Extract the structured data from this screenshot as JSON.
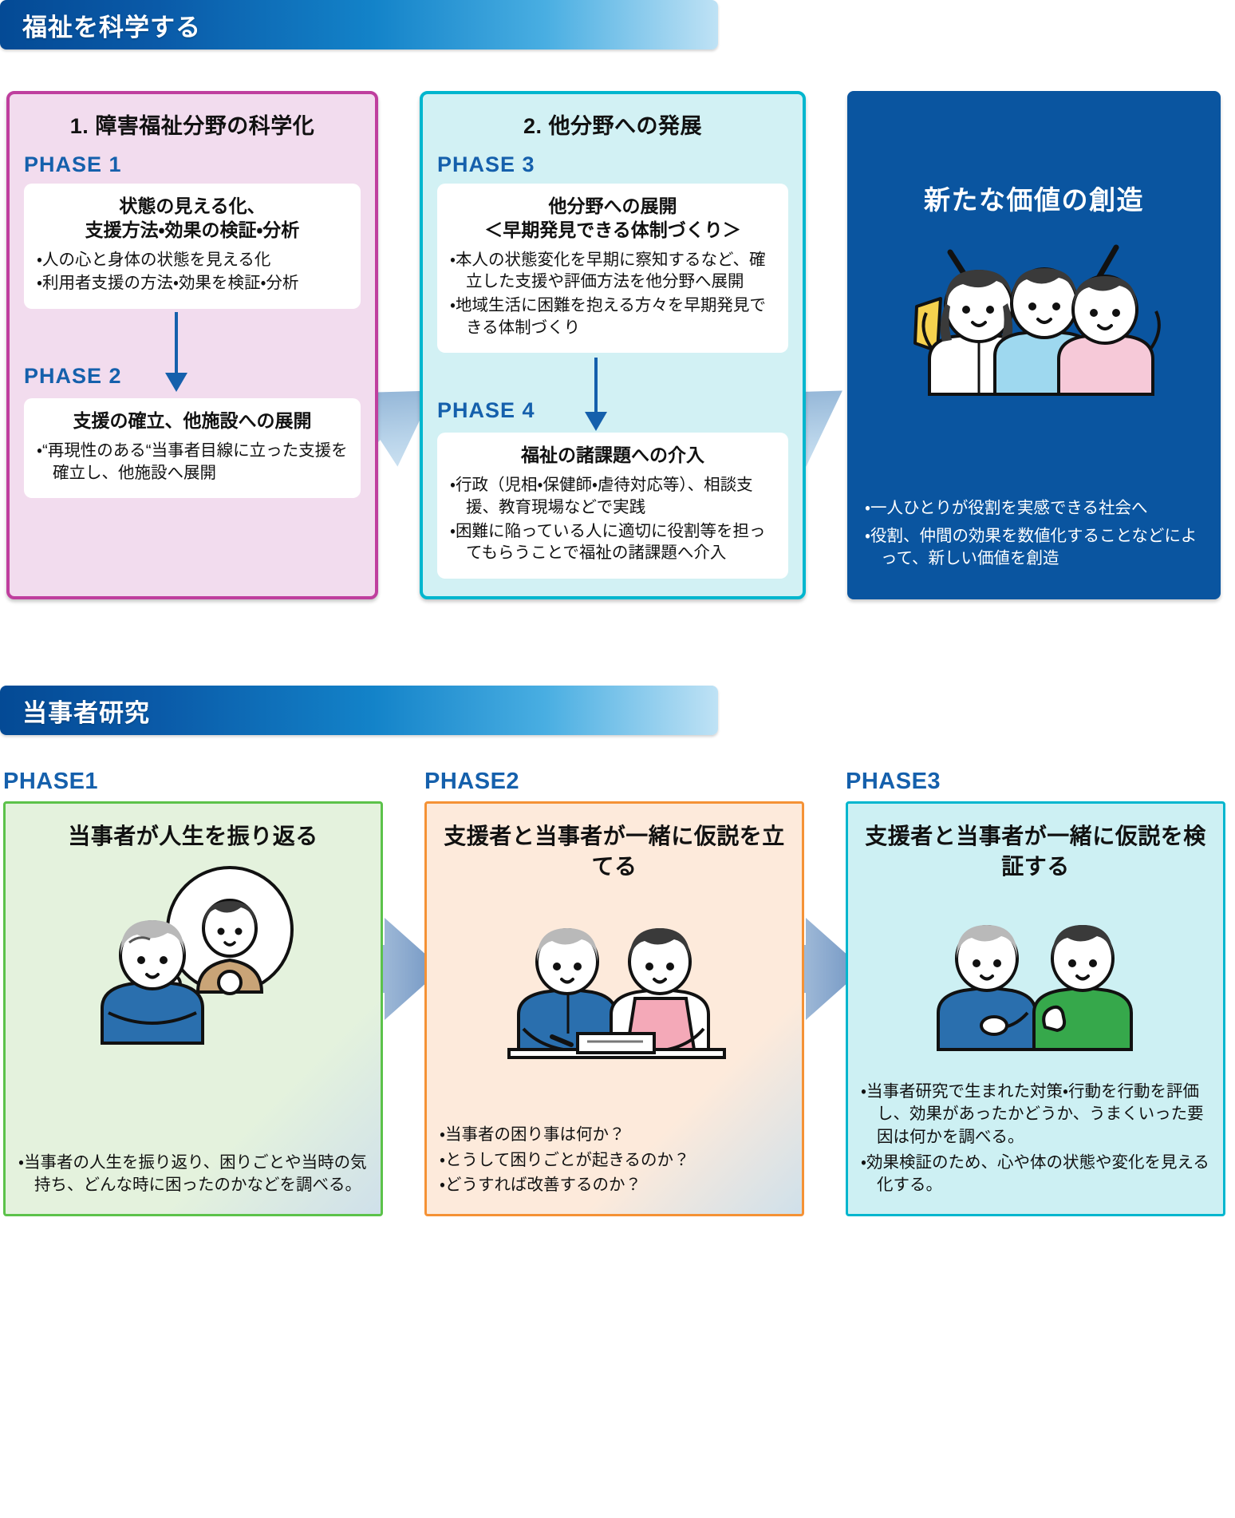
{
  "section1": {
    "banner_title": "福祉を科学する",
    "groups": [
      {
        "title": "1. 障害福祉分野の科学化",
        "phases": [
          {
            "label": "PHASE 1",
            "card_title_line1": "状態の見える化、",
            "card_title_line2": "支援方法・効果の検証・分析",
            "bullets": [
              "人の心と身体の状態を見える化",
              "利用者支援の方法・効果を検証・分析"
            ]
          },
          {
            "label": "PHASE 2",
            "card_title_line1": "支援の確立、他施設への展開",
            "card_title_line2": "",
            "bullets": [
              "“再現性のある“当事者目線に立った支援を確立し、他施設へ展開"
            ]
          }
        ]
      },
      {
        "title": "2. 他分野への発展",
        "phases": [
          {
            "label": "PHASE 3",
            "card_title_line1": "他分野への展開",
            "card_title_line2": "＜早期発見できる体制づくり＞",
            "bullets": [
              "本人の状態変化を早期に察知するなど、確立した支援や評価方法を他分野へ展開",
              "地域生活に困難を抱える方々を早期発見できる体制づくり"
            ]
          },
          {
            "label": "PHASE 4",
            "card_title_line1": "福祉の諸課題への介入",
            "card_title_line2": "",
            "bullets": [
              "行政（児相・保健師・虐待対応等）、相談支援、教育現場などで実践",
              "困難に陥っている人に適切に役割等を担ってもらうことで福祉の諸課題へ介入"
            ]
          }
        ]
      }
    ],
    "result_panel": {
      "title": "新たな価値の創造",
      "bullets": [
        "一人ひとりが役割を実感できる社会へ",
        "役割、仲間の効果を数値化することなどによって、新しい価値を創造"
      ]
    }
  },
  "section2": {
    "banner_title": "当事者研究",
    "phases": [
      {
        "label": "PHASE1",
        "title": "当事者が人生を振り返る",
        "bullets": [
          "当事者の人生を振り返り、困りごとや当時の気持ち、どんな時に困ったのかなどを調べる。"
        ]
      },
      {
        "label": "PHASE2",
        "title": "支援者と当事者が一緒に仮説を立てる",
        "bullets": [
          "当事者の困り事は何か？",
          "とうして困りごとが起きるのか？",
          "どうすれば改善するのか？"
        ]
      },
      {
        "label": "PHASE3",
        "title": "支援者と当事者が一緒に仮説を検証する",
        "bullets": [
          "当事者研究で生まれた対策・行動を行動を評価し、効果があったかどうか、うまくいった要因は何かを調べる。",
          "効果検証のため、心や体の状態や変化を見える化する。"
        ]
      }
    ]
  },
  "colors": {
    "banner_start": "#044a95",
    "banner_end": "#bfe2f5",
    "pink_border": "#bf3f9e",
    "pink_fill": "#f2dcee",
    "cyan_border": "#00b6ce",
    "cyan_fill": "#d2f1f4",
    "blue_panel": "#0a55a0",
    "phase_label": "#1560ac",
    "green_border": "#5cc24a",
    "orange_border": "#f59235"
  }
}
